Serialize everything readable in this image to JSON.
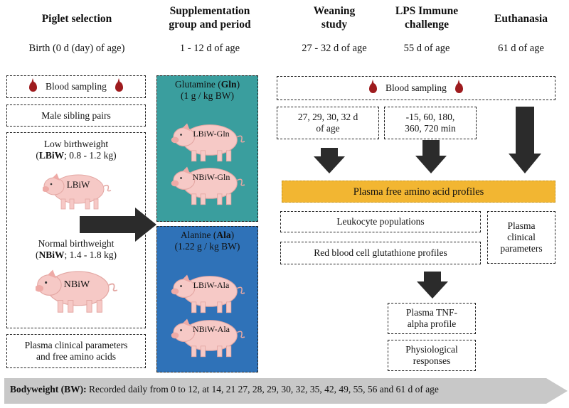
{
  "headers": {
    "col1": "Piglet selection",
    "col2_line1": "Supplementation",
    "col2_line2": "group and period",
    "col3_line1": "Weaning",
    "col3_line2": "study",
    "col4_line1": "LPS Immune",
    "col4_line2": "challenge",
    "col5": "Euthanasia"
  },
  "ages": {
    "col1": "Birth (0 d (day) of age)",
    "col2": "1 - 12 d of age",
    "col3": "27 - 32 d of age",
    "col4": "55 d of age",
    "col5": "61 d of age"
  },
  "left": {
    "blood_sampling": "Blood sampling",
    "male_pairs": "Male sibling pairs",
    "low_bw_line1": "Low birthweight",
    "low_bw_abbr": "LBiW",
    "low_bw_range": "; 0.8 - 1.2 kg)",
    "low_pig_label": "LBiW",
    "normal_bw_line1": "Normal birthweight",
    "normal_bw_abbr": "NBiW",
    "normal_bw_range": "; 1.4 - 1.8 kg)",
    "normal_pig_label": "NBiW",
    "plasma_line1": "Plasma clinical parameters",
    "plasma_line2": "and free amino acids"
  },
  "supplement": {
    "gln_title_pre": "Glutamine (",
    "gln_abbr": "Gln",
    "gln_title_post": ")",
    "gln_dose": "(1 g / kg BW)",
    "gln_pig1": "LBiW-Gln",
    "gln_pig2": "NBiW-Gln",
    "ala_title_pre": "Alanine (",
    "ala_abbr": "Ala",
    "ala_title_post": ")",
    "ala_dose": "(1.22 g / kg BW)",
    "ala_pig1": "LBiW-Ala",
    "ala_pig2": "NBiW-Ala"
  },
  "right": {
    "blood_sampling": "Blood sampling",
    "weaning_days_line1": "27, 29, 30, 32 d",
    "weaning_days_line2": "of age",
    "lps_times_line1": "-15, 60, 180,",
    "lps_times_line2": "360, 720 min",
    "amino_profiles": "Plasma free amino acid profiles",
    "leukocyte": "Leukocyte populations",
    "rbc_glutathione": "Red blood cell glutathione profiles",
    "plasma_clinical_line1": "Plasma",
    "plasma_clinical_line2": "clinical",
    "plasma_clinical_line3": "parameters",
    "tnf_line1": "Plasma TNF-",
    "tnf_line2": "alpha profile",
    "physio_line1": "Physiological",
    "physio_line2": "responses"
  },
  "footer": {
    "bold": "Bodyweight (BW):",
    "text": " Recorded daily from 0 to 12, at 14, 21 27, 28, 29, 30, 32, 35, 42, 49, 55, 56 and 61 d of age"
  },
  "colors": {
    "gln_bg": "#3a9e9e",
    "ala_bg": "#2f72b8",
    "amino_bar": "#f2b632",
    "blood_drop": "#9e1b1e",
    "arrow": "#2b2b2b",
    "footer_bar": "#c8c8c8",
    "pig_pink": "#f6c9c6"
  }
}
